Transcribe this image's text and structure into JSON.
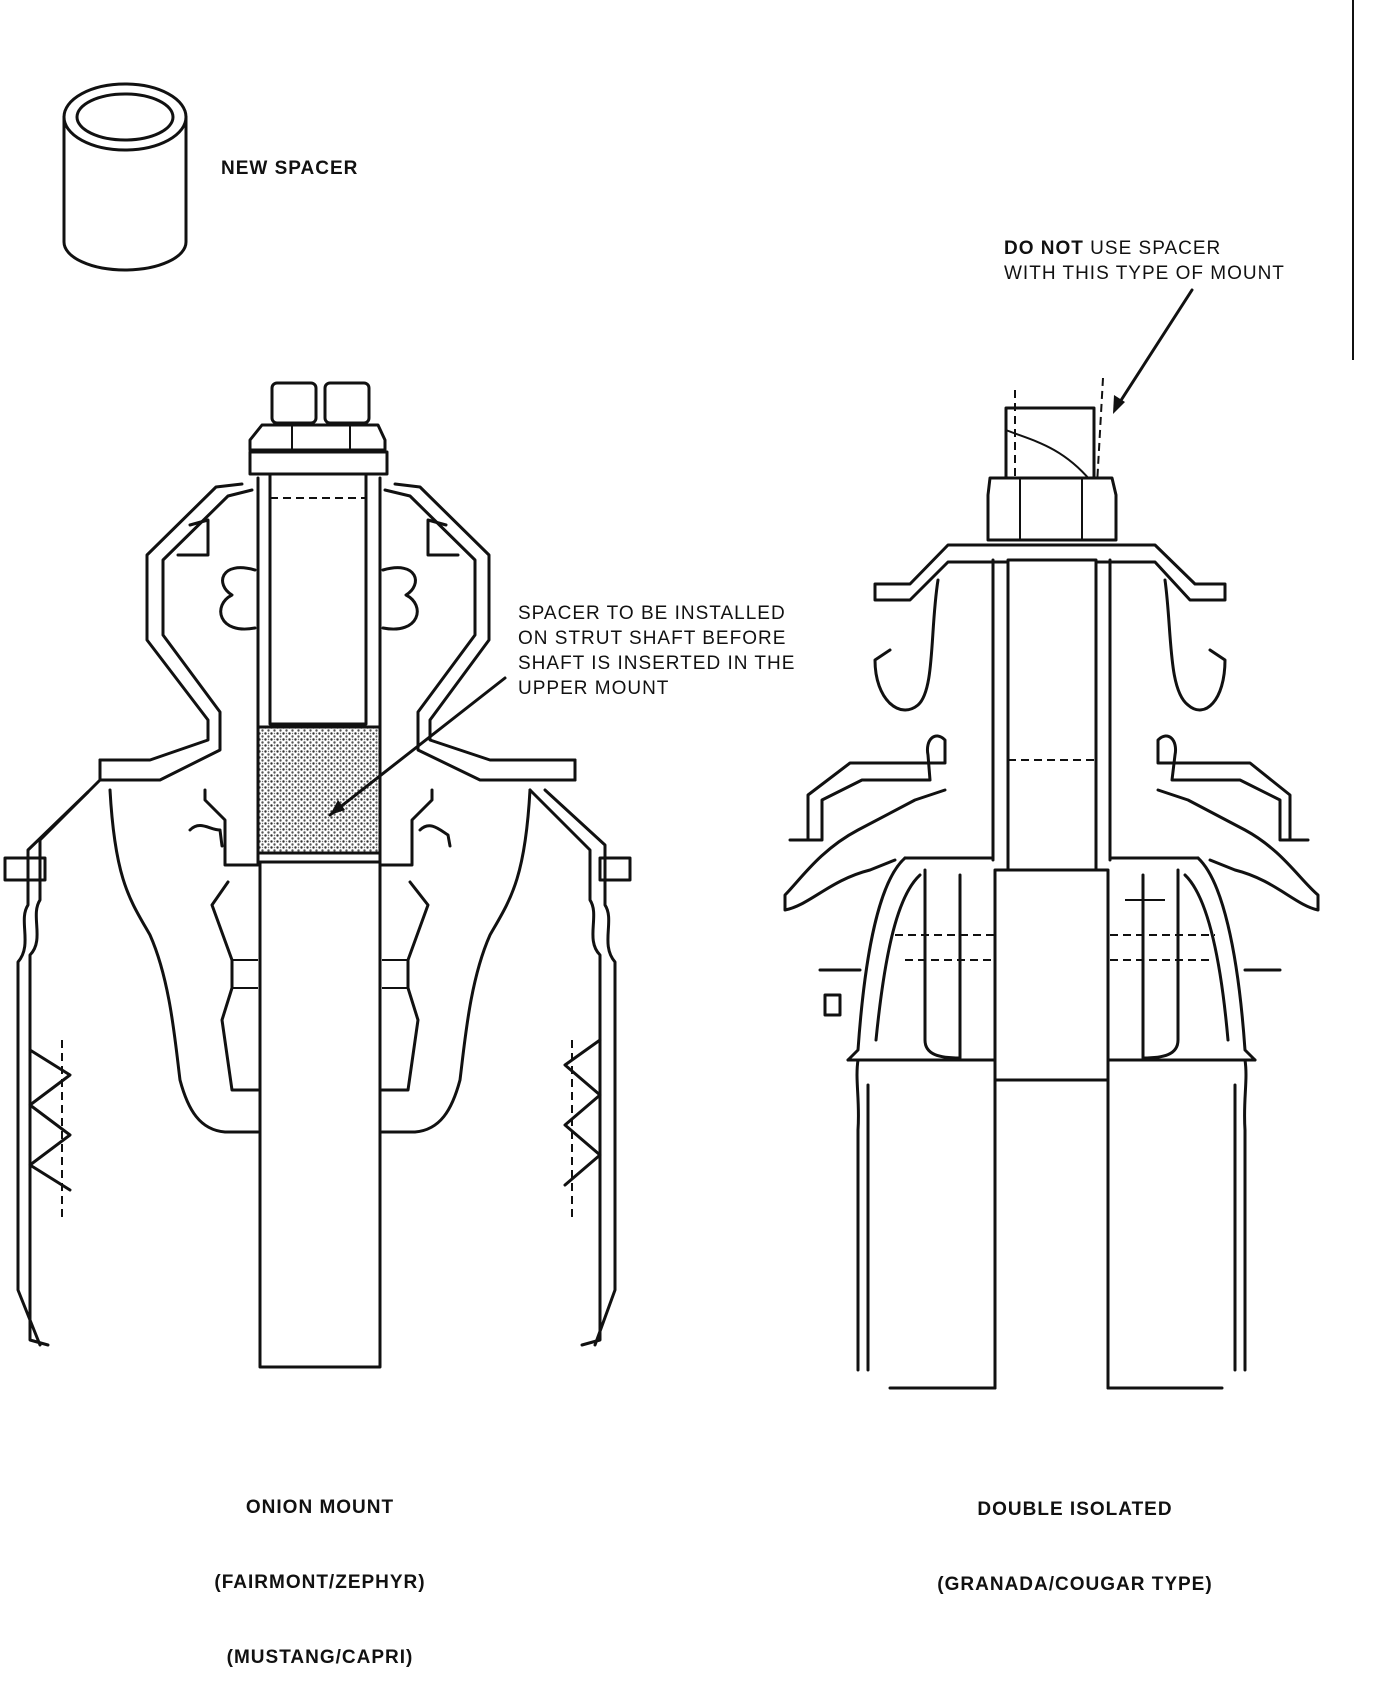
{
  "labels": {
    "new_spacer": "NEW SPACER",
    "do_not_use_line1_bold": "DO NOT",
    "do_not_use_line1_rest": " USE SPACER",
    "do_not_use_line2": "WITH THIS TYPE OF MOUNT",
    "spacer_install_line1": "SPACER TO BE INSTALLED",
    "spacer_install_line2": "ON STRUT SHAFT BEFORE",
    "spacer_install_line3": "SHAFT IS INSERTED IN THE",
    "spacer_install_line4": "UPPER MOUNT"
  },
  "captions": {
    "left_line1": "ONION MOUNT",
    "left_line2": "(FAIRMONT/ZEPHYR)",
    "left_line3": "(MUSTANG/CAPRI)",
    "right_line1": "DOUBLE ISOLATED",
    "right_line2": "(GRANADA/COUGAR TYPE)"
  }
}
